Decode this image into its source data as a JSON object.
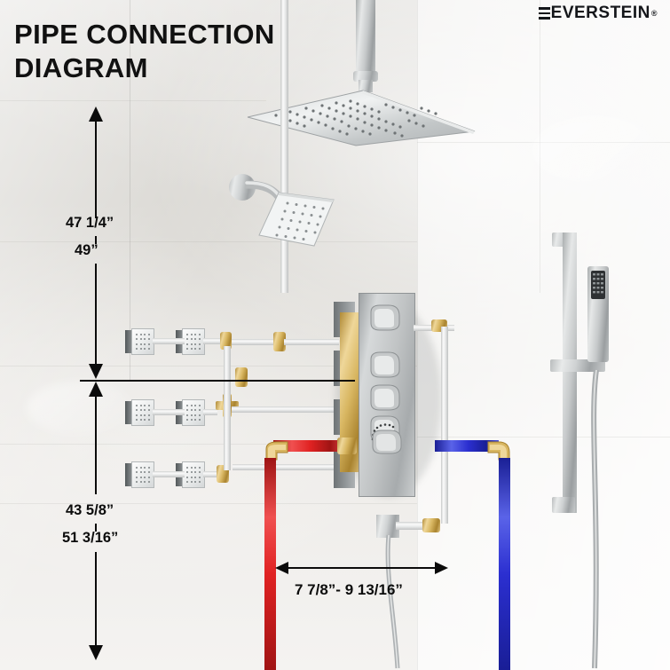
{
  "header": {
    "title_line1": "PIPE CONNECTION",
    "title_line2": "DIAGRAM",
    "brand": "EVERSTEIN",
    "brand_mark": "®"
  },
  "dimensions": {
    "top_primary": "47 1/4”",
    "top_secondary": "49”",
    "bottom_primary": "43 5/8”",
    "bottom_secondary": "51 3/16”",
    "width_range": "7 7/8”- 9 13/16”"
  },
  "components": {
    "ceiling_shower": "ceiling mounted square rain shower head",
    "wall_shower": "wall mounted square shower head",
    "valve": "thermostatic valve body with five handles",
    "body_jets": "six square body spray jets",
    "slide_bar": "handheld shower slide bar set",
    "hot_pipe": "hot water supply pipe",
    "cold_pipe": "cold water supply pipe"
  },
  "colors": {
    "hot": "#e02222",
    "cold": "#2b2fd0",
    "brass": "#d8b661",
    "metal": "#c6c9ca",
    "line": "#0b0b0b"
  }
}
